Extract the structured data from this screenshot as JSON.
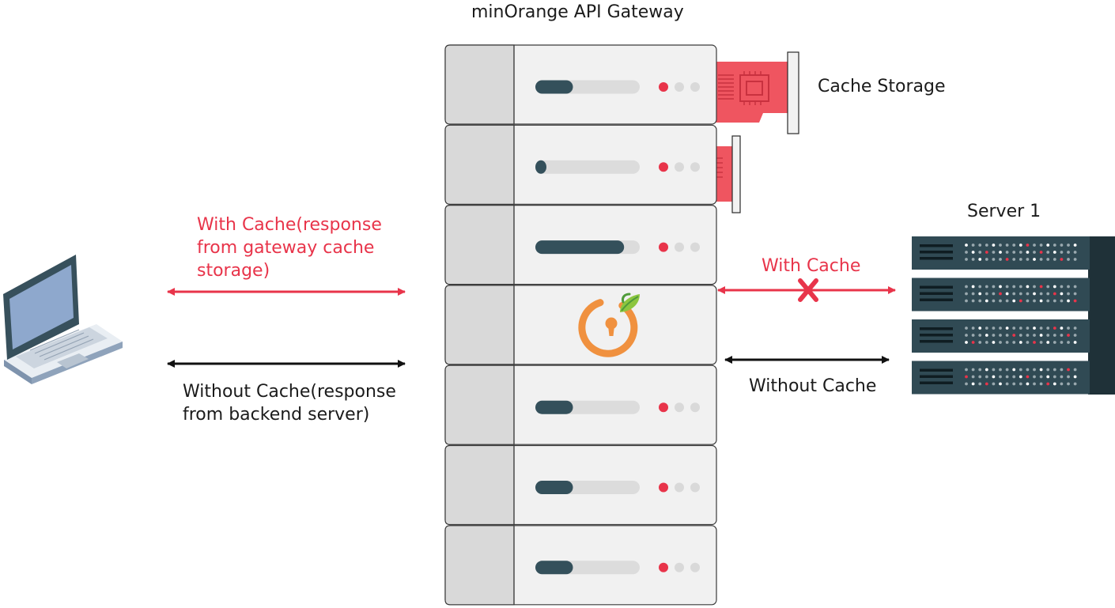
{
  "gateway": {
    "title": "minOrange API Gateway",
    "unit_count": 7,
    "logo_unit_index": 3,
    "bar_fill_levels": [
      0.36,
      0.05,
      0.85,
      null,
      0.36,
      0.36,
      0.36
    ]
  },
  "cache_storage": {
    "label": "Cache Storage"
  },
  "server": {
    "label": "Server 1"
  },
  "client": {
    "icon": "laptop-icon"
  },
  "left_links": {
    "with_cache": "With Cache(response\nfrom gateway cache\nstorage)",
    "without_cache": "Without Cache(response\nfrom backend server)"
  },
  "right_links": {
    "with_cache": "With Cache",
    "without_cache": "Without Cache",
    "with_cache_blocked_icon": "cross-icon"
  },
  "colors": {
    "accent_red": "#e8344a",
    "arrow_black": "#111111",
    "server_dark": "#304a54",
    "logo_orange": "#f0913f",
    "logo_leaf": "#4f9b3a"
  }
}
